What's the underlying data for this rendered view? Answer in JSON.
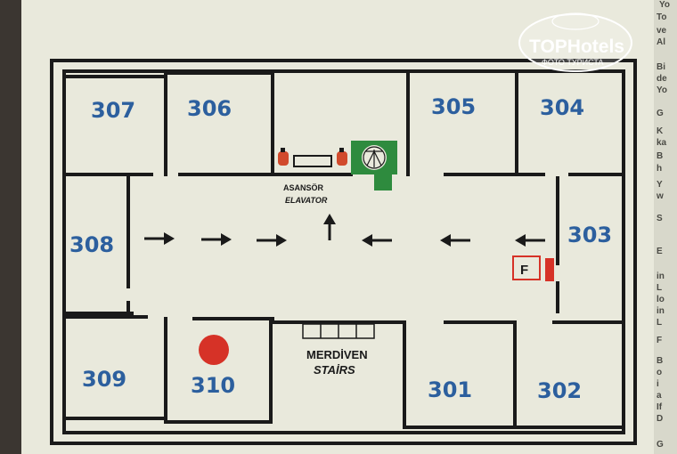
{
  "rooms": {
    "r307": "307",
    "r306": "306",
    "r305": "305",
    "r304": "304",
    "r308": "308",
    "r303": "303",
    "r309": "309",
    "r310": "310",
    "r301": "301",
    "r302": "302"
  },
  "elevator": {
    "label_tr": "ASANSÖR",
    "label_en": "ELAVATOR"
  },
  "stairs": {
    "label_tr": "MERDİVEN",
    "label_en": "STAİRS"
  },
  "fire_marker": "F",
  "watermark": {
    "brand": "TOPHotels",
    "caption": "ФОТО ТУРИСТА"
  },
  "side_text": [
    "Yo",
    "To",
    "ve",
    "Al",
    "Bi",
    "de",
    "Yo",
    "G",
    "K",
    "ka",
    "B",
    "h",
    "Y",
    "w",
    "S",
    "E",
    "in",
    "L",
    "lo",
    "in",
    "L",
    "F",
    "B",
    "o",
    "i",
    "a",
    "If",
    "D",
    "G"
  ],
  "colors": {
    "paper": "#e9e9dc",
    "room_numbers": "#2c5f9e",
    "you_are_here": "#d63227",
    "extinguisher": "#d14a2c",
    "fire_cabinet": "#d63227",
    "elevator_icon": "#2e8b3e"
  }
}
